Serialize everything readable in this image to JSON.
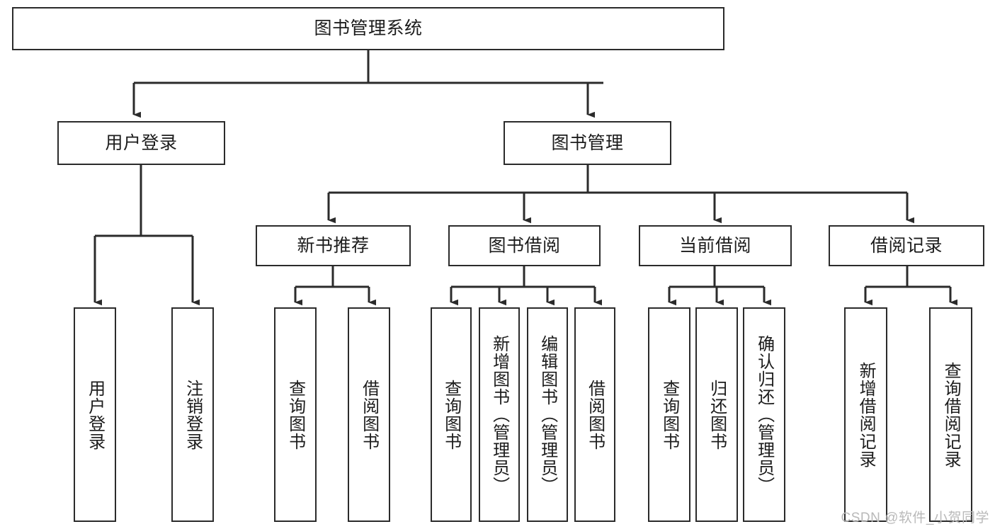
{
  "diagram": {
    "type": "tree-hierarchy",
    "title": "图书管理系统",
    "watermark": "CSDN @软件_小贺同学",
    "nodes": {
      "root": {
        "label": "图书管理系统"
      },
      "level2": [
        {
          "label": "用户登录"
        },
        {
          "label": "图书管理"
        }
      ],
      "level3": [
        {
          "label": "新书推荐"
        },
        {
          "label": "图书借阅"
        },
        {
          "label": "当前借阅"
        },
        {
          "label": "借阅记录"
        }
      ],
      "leaves": {
        "user_login": [
          {
            "label": "用户登录"
          },
          {
            "label": "注销登录"
          }
        ],
        "new_book_recommend": [
          {
            "label": "查询图书"
          },
          {
            "label": "借阅图书"
          }
        ],
        "book_borrow": [
          {
            "label": "查询图书"
          },
          {
            "label": "新增图书（管理员）"
          },
          {
            "label": "编辑图书（管理员）"
          },
          {
            "label": "借阅图书"
          }
        ],
        "current_borrow": [
          {
            "label": "查询图书"
          },
          {
            "label": "归还图书"
          },
          {
            "label": "确认归还（管理员）"
          }
        ],
        "borrow_record": [
          {
            "label": "新增借阅记录"
          },
          {
            "label": "查询借阅记录"
          }
        ]
      }
    },
    "colors": {
      "stroke": "#2b2b2b",
      "fill": "#ffffff",
      "text": "#1c1c1c",
      "watermark": "#b9b9b9"
    }
  }
}
